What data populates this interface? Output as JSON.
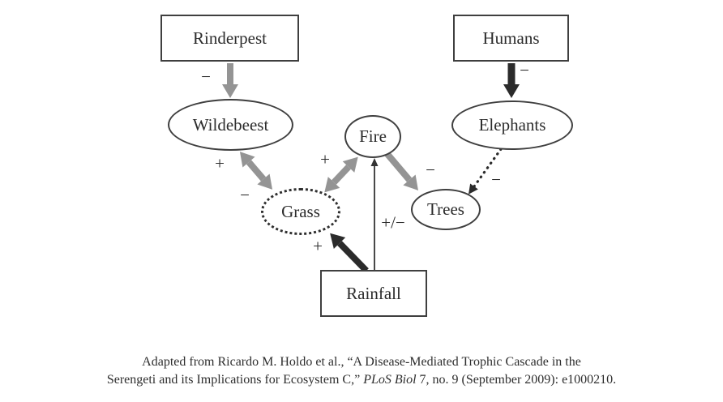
{
  "figure": {
    "type": "causal-loop-diagram",
    "title_hint": "Serengeti disease-mediated trophic cascade",
    "nodes": [
      {
        "id": "rinderpest",
        "label": "Rinderpest",
        "shape": "rectangle"
      },
      {
        "id": "humans",
        "label": "Humans",
        "shape": "rectangle"
      },
      {
        "id": "wildebeest",
        "label": "Wildebeest",
        "shape": "ellipse"
      },
      {
        "id": "elephants",
        "label": "Elephants",
        "shape": "ellipse"
      },
      {
        "id": "fire",
        "label": "Fire",
        "shape": "ellipse"
      },
      {
        "id": "grass",
        "label": "Grass",
        "shape": "ellipse-dotted"
      },
      {
        "id": "trees",
        "label": "Trees",
        "shape": "ellipse"
      },
      {
        "id": "rainfall",
        "label": "Rainfall",
        "shape": "rectangle"
      }
    ],
    "edges": [
      {
        "from": "Rinderpest",
        "to": "Wildebeest",
        "sign": "−",
        "style": "thick-solid-gray",
        "direction": "one-way"
      },
      {
        "from": "Humans",
        "to": "Elephants",
        "sign": "−",
        "style": "thick-solid-black",
        "direction": "one-way"
      },
      {
        "from": "Wildebeest",
        "to": "Grass",
        "signs": [
          "+",
          "−"
        ],
        "style": "thick-solid-gray",
        "direction": "two-way"
      },
      {
        "from": "Grass",
        "to": "Fire",
        "sign": "+",
        "style": "thick-solid-gray",
        "direction": "two-way"
      },
      {
        "from": "Fire",
        "to": "Trees",
        "sign": "−",
        "style": "thick-solid-gray",
        "direction": "one-way"
      },
      {
        "from": "Elephants",
        "to": "Trees",
        "sign": "−",
        "style": "dotted-black",
        "direction": "one-way"
      },
      {
        "from": "Rainfall",
        "to": "Grass",
        "sign": "+",
        "style": "thick-solid-black",
        "direction": "one-way"
      },
      {
        "from": "Rainfall",
        "to": "Fire",
        "sign": "+/−",
        "style": "thin-solid-black",
        "direction": "one-way"
      }
    ],
    "colors": {
      "arrow_gray": "#949494",
      "arrow_black": "#2b2b2b",
      "node_border": "#3f3f3f",
      "text": "#2b2b2b",
      "background": "#ffffff"
    }
  },
  "caption": {
    "line1": "Adapted from Ricardo M. Holdo et al., “A Disease-Mediated Trophic Cascade in the",
    "line2_pre": "Serengeti and its Implications for Ecosystem C,” ",
    "line2_italic": "PLoS Biol",
    "line2_post": " 7, no. 9 (September 2009): e1000210."
  }
}
